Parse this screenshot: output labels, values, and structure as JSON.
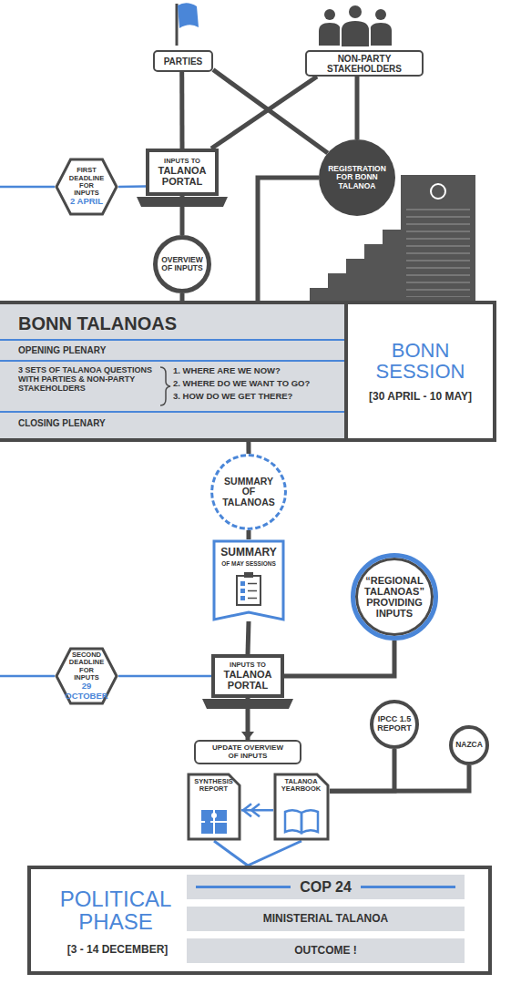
{
  "diagram": {
    "nodes": [
      {
        "text": [
          "PARTIES"
        ]
      },
      {
        "text": [
          "NON-PARTY STAKEHOLDERS"
        ]
      },
      {
        "text": [
          "FIRST DEADLINE FOR INPUTS",
          "2 APRIL"
        ]
      },
      {
        "text": [
          "INPUTS TO",
          "TALANOA PORTAL"
        ]
      },
      {
        "text": [
          "REGISTRATION FOR BONN TALANOA"
        ]
      },
      {
        "text": [
          "OVERVIEW OF INPUTS"
        ]
      },
      {
        "text": [
          "BONN TALANOAS"
        ]
      },
      {
        "text": [
          "OPENING PLENARY"
        ],
        "in": 6
      },
      {
        "text": [
          "3 SETS OF TALANOA QUESTIONS WITH PARTIES & NON-PARTY STAKEHOLDERS",
          "1. WHERE ARE WE NOW?",
          "2. WHERE DO WE WANT TO GO?",
          "3. HOW DO WE GET THERE?"
        ],
        "in": 6
      },
      {
        "text": [
          "CLOSING PLENARY"
        ],
        "in": 6
      },
      {
        "text": [
          "BONN SESSION",
          "[30 APRIL - 10 MAY]"
        ]
      },
      {
        "text": [
          "SUMMARY OF TALANOAS"
        ]
      },
      {
        "text": [
          "SUMMARY",
          "OF MAY SESSIONS"
        ]
      },
      {
        "text": [
          "“REGIONAL TALANOAS” PROVIDING INPUTS"
        ]
      },
      {
        "text": [
          "SECOND DEADLINE FOR INPUTS",
          "29 OCTOBER"
        ]
      },
      {
        "text": [
          "INPUTS TO",
          "TALANOA PORTAL"
        ]
      },
      {
        "text": [
          "IPCC 1.5 REPORT"
        ]
      },
      {
        "text": [
          "NAZCA"
        ]
      },
      {
        "text": [
          "UPDATE OVERVIEW OF INPUTS"
        ]
      },
      {
        "text": [
          "SYNTHESIS REPORT"
        ]
      },
      {
        "text": [
          "TALANOA YEARBOOK"
        ]
      },
      {
        "text": [
          "POLITICAL PHASE",
          "[3 - 14 DECEMBER]"
        ]
      },
      {
        "text": [
          "COP 24"
        ],
        "in": 21
      },
      {
        "text": [
          "MINISTERIAL TALANOA"
        ],
        "in": 21
      },
      {
        "text": [
          "OUTCOME !"
        ],
        "in": 21
      }
    ],
    "edges": [
      {
        "from": 0,
        "to": 3,
        "arrow": "none"
      },
      {
        "from": 0,
        "to": 4,
        "arrow": "none"
      },
      {
        "from": 1,
        "to": 3,
        "arrow": "none"
      },
      {
        "from": 1,
        "to": 4,
        "arrow": "none"
      },
      {
        "from": 2,
        "to": 3,
        "arrow": "none"
      },
      {
        "from": 3,
        "to": 5,
        "arrow": "none"
      },
      {
        "from": 5,
        "to": 6,
        "arrow": "none"
      },
      {
        "from": 4,
        "to": 6,
        "arrow": "none"
      },
      {
        "from": 6,
        "to": 11,
        "arrow": "none"
      },
      {
        "from": 11,
        "to": 12,
        "arrow": "none"
      },
      {
        "from": 12,
        "to": 15,
        "arrow": "none"
      },
      {
        "from": 13,
        "to": 15,
        "arrow": "none"
      },
      {
        "from": 14,
        "to": 15,
        "arrow": "none"
      },
      {
        "from": 15,
        "to": 18,
        "arrow": "to"
      },
      {
        "from": 16,
        "to": 20,
        "arrow": "none"
      },
      {
        "from": 17,
        "to": 20,
        "arrow": "none"
      },
      {
        "from": 20,
        "to": 19,
        "arrow": "to"
      },
      {
        "from": 19,
        "to": 21,
        "arrow": "none"
      },
      {
        "from": 20,
        "to": 21,
        "arrow": "none"
      }
    ]
  }
}
